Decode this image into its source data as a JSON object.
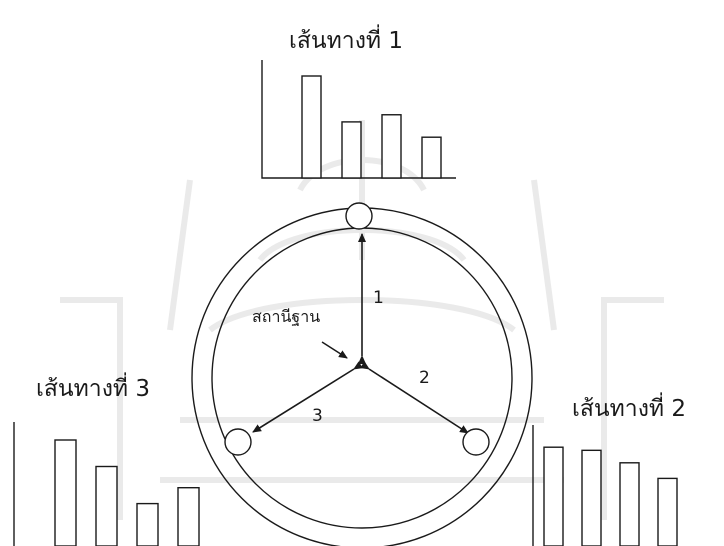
{
  "routes": [
    {
      "title": "เส้นทางที่ 1",
      "distance_label": "1",
      "bar_heights": [
        1.0,
        0.55,
        0.62,
        0.4
      ]
    },
    {
      "title": "เส้นทางที่ 2",
      "distance_label": "2",
      "bar_heights": [
        0.95,
        0.92,
        0.8,
        0.65
      ]
    },
    {
      "title": "เส้นทางที่ 3",
      "distance_label": "3",
      "bar_heights": [
        1.0,
        0.75,
        0.4,
        0.55
      ]
    }
  ],
  "station_label": "สถานีฐาน",
  "colors": {
    "line": "#1a1a1a",
    "watermark": "#eaeaea",
    "background": "#ffffff"
  }
}
